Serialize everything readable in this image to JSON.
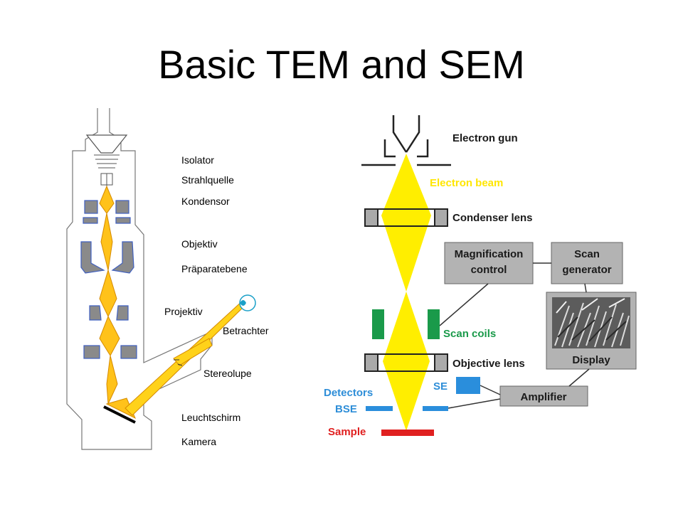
{
  "slide": {
    "title": "Basic TEM and SEM"
  },
  "tem": {
    "labels": {
      "isolator": "Isolator",
      "strahlquelle": "Strahlquelle",
      "kondensor": "Kondensor",
      "objektiv": "Objektiv",
      "praeparatebene": "Präparatebene",
      "projektiv": "Projektiv",
      "betrachter": "Betrachter",
      "stereolupe": "Stereolupe",
      "leuchtschirm": "Leuchtschirm",
      "kamera": "Kamera"
    }
  },
  "sem": {
    "labels": {
      "electron_gun": "Electron gun",
      "electron_beam": "Electron beam",
      "condenser_lens": "Condenser lens",
      "magnification_control_1": "Magnification",
      "magnification_control_2": "control",
      "scan_generator_1": "Scan",
      "scan_generator_2": "generator",
      "scan_coils": "Scan coils",
      "display": "Display",
      "objective_lens": "Objective lens",
      "se": "SE",
      "detectors": "Detectors",
      "bse": "BSE",
      "amplifier": "Amplifier",
      "sample": "Sample"
    },
    "colors": {
      "beam": "#ffee00",
      "label_black": "#1a1a1a",
      "label_yellow": "#ffe600",
      "label_green": "#1a9a4a",
      "label_blue": "#2e8ed8",
      "label_red": "#e02020",
      "box_gray": "#b3b3b3",
      "coil_green": "#1a9a4a",
      "detector_blue": "#2a8edc",
      "sample_red": "#e02020"
    }
  }
}
